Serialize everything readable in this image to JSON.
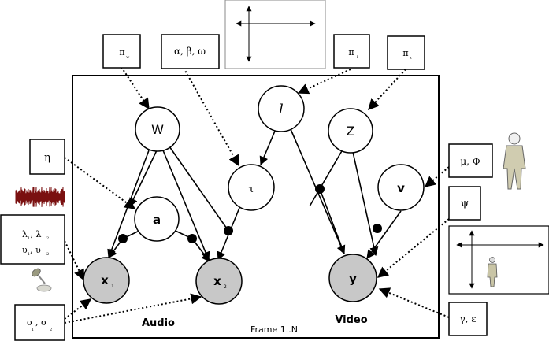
{
  "nodes": {
    "W": "W",
    "a": "a",
    "x1": "x",
    "x1_sub": "1",
    "x2": "x",
    "x2_sub": "2",
    "l": "l",
    "tau": "τ",
    "Z": "Z",
    "v": "v",
    "y": "y"
  },
  "params": {
    "pi_w": "π",
    "pi_w_sub": "w",
    "alpha_beta_omega": "α, β, ω",
    "pi_l": "π",
    "pi_l_sub": "l",
    "pi_z": "π",
    "pi_z_sub": "z",
    "eta": "η",
    "lambda_line": "λ , λ",
    "lambda_sub1": "1",
    "lambda_sub2": "2",
    "upsilon_line": "υ , υ",
    "upsilon_sub1": "1",
    "upsilon_sub2": "2",
    "sigma_line": "σ , σ",
    "sigma_sub1": "1",
    "sigma_sub2": "2",
    "mu_phi": "μ, Φ",
    "psi": "ψ",
    "gamma_eps": "γ, ε"
  },
  "labels": {
    "audio": "Audio",
    "video": "Video",
    "frame": "Frame 1..N"
  },
  "icons": [
    "person-icon",
    "microphone-icon",
    "waveform-icon",
    "axes-icon"
  ],
  "colors": {
    "observed_fill": "#c8c8c8",
    "waveform": "#7a1010"
  }
}
